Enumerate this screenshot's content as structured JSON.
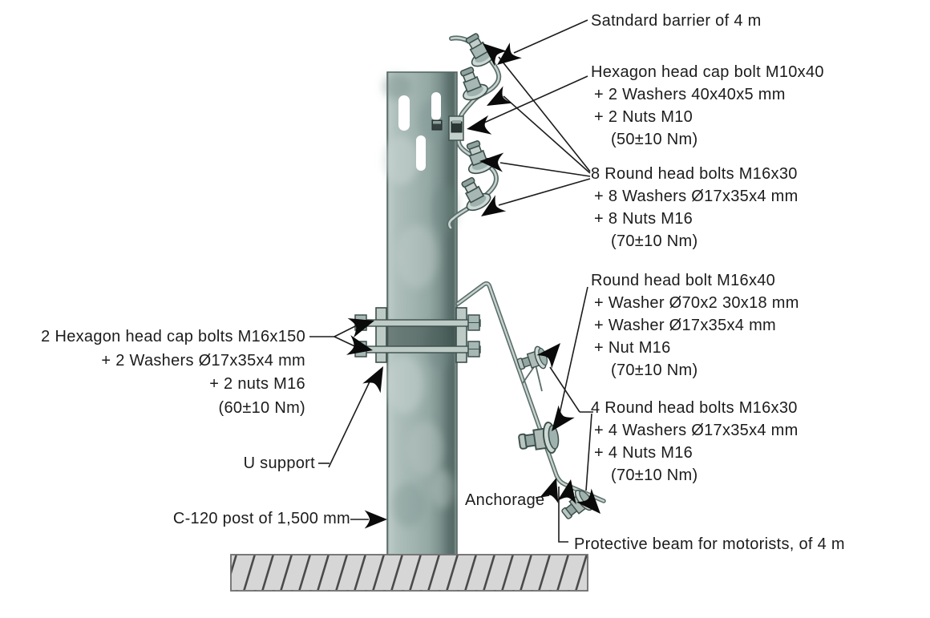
{
  "figure": {
    "type": "technical-diagram",
    "subject": "Road safety barrier C-120 post assembly with bolt specifications"
  },
  "colors": {
    "background": "#ffffff",
    "steel_light": "#c6d3cf",
    "steel_mid": "#9fb2ae",
    "steel_dark": "#556965",
    "outline": "#3c4f4b",
    "leader_line": "#1c1c1c",
    "arrow": "#0a0a0a",
    "ground_fill": "#d6d6d6",
    "ground_hatch": "#4a4a4a"
  },
  "labels": {
    "standard_barrier": "Satndard barrier of 4 m",
    "hex_cap_bolt_m10": [
      "Hexagon head cap bolt M10x40",
      "+ 2 Washers 40x40x5 mm",
      "+ 2 Nuts M10",
      "(50±10 Nm)"
    ],
    "round_bolts_8": [
      "8 Round head bolts M16x30",
      "+ 8 Washers Ø17x35x4 mm",
      "+ 8 Nuts M16",
      "(70±10 Nm)"
    ],
    "round_bolt_m16x40": [
      "Round head bolt M16x40",
      "+ Washer Ø70x2 30x18 mm",
      "+ Washer Ø17x35x4 mm",
      "+ Nut M16",
      "(70±10 Nm)"
    ],
    "round_bolts_4": [
      "4 Round head bolts M16x30",
      "+ 4 Washers Ø17x35x4 mm",
      "+ 4 Nuts M16",
      "(70±10 Nm)"
    ],
    "hex_cap_bolts_2": [
      "2 Hexagon head cap bolts M16x150",
      "+ 2 Washers Ø17x35x4 mm",
      "+ 2 nuts M16",
      "(60±10 Nm)"
    ],
    "u_support": "U support",
    "c120_post": "C-120 post of 1,500 mm",
    "anchorage": "Anchorage",
    "protective_beam": "Protective beam for motorists, of 4 m"
  }
}
